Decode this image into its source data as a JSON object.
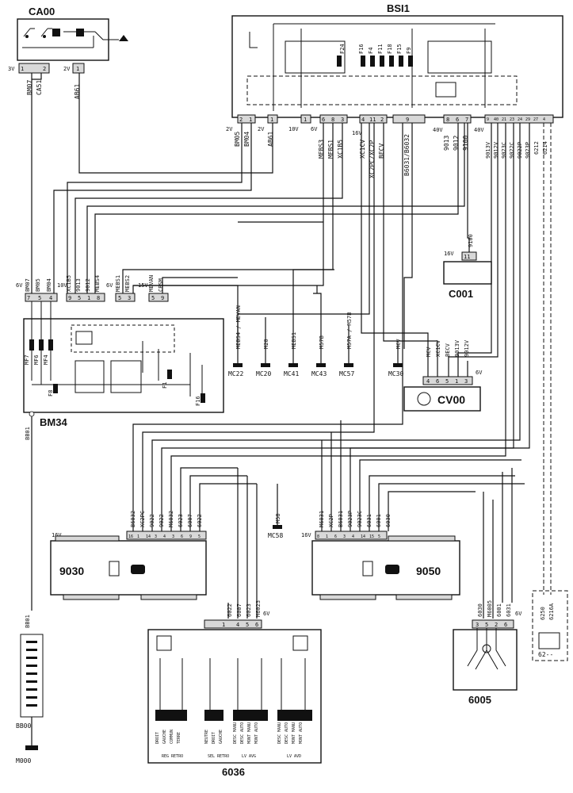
{
  "modules": {
    "ca00": "CA00",
    "bsi1": "BSI1",
    "bm34": "BM34",
    "c001": "C001",
    "cv00": "CV00",
    "m9030": "9030",
    "m9050": "9050",
    "m6036": "6036",
    "m6005": "6005",
    "m62": "62--"
  },
  "ca00_conn": {
    "color": "3V",
    "pins": [
      "1",
      "2"
    ],
    "wires": [
      "BM07",
      "CA51"
    ],
    "conn2_color": "2V",
    "conn2_pin": "1",
    "conn2_wire": "AB61"
  },
  "bsi1_fuses": [
    "F24",
    "F16",
    "F4",
    "F11",
    "F18",
    "F15",
    "F9"
  ],
  "bsi1_conns": [
    {
      "color": "2V",
      "pins": [
        "2",
        "1"
      ],
      "wires": [
        "BM05",
        "BM04"
      ]
    },
    {
      "color": "2V",
      "pins": [
        "1"
      ],
      "wires": [
        "AB61"
      ]
    },
    {
      "color": "10V",
      "pins": [
        "1"
      ],
      "wires": []
    },
    {
      "color": "6V",
      "pins": [
        "6",
        "8",
        "3"
      ],
      "wires": [
        "MEBS3",
        "MEBS1",
        "XC1B5"
      ]
    },
    {
      "color": "16V",
      "pins": [
        "4",
        "11",
        "2"
      ],
      "wires": [
        "XC1CV",
        "XC2PC/XC2P",
        "BECV"
      ]
    },
    {
      "color": "",
      "pins": [
        "9"
      ],
      "wires": [
        "B6031/B6032"
      ]
    },
    {
      "color": "40V",
      "pins": [
        "8",
        "6",
        "7"
      ],
      "wires": [
        "9013",
        "9012",
        "9100"
      ]
    },
    {
      "color": "40V",
      "pins": [
        "9",
        "40",
        "21",
        "23",
        "24",
        "29",
        "27",
        "4"
      ],
      "wires": [
        "9013V",
        "9012V",
        "9023C",
        "9022C",
        "9022P",
        "9023P",
        "6212",
        "6214"
      ]
    }
  ],
  "c001_conn": {
    "color": "16V",
    "pin": "11",
    "wire": "9100"
  },
  "bm34_conns": [
    {
      "color": "6V",
      "pins": [
        "7",
        "5",
        "4"
      ],
      "wires": [
        "BM07",
        "BM05",
        "BM04"
      ]
    },
    {
      "color": "10V",
      "pins": [
        "9",
        "5",
        "1",
        "8"
      ],
      "wires": [
        "XC1B5",
        "9013",
        "9012",
        "MEBS4"
      ]
    },
    {
      "color": "6V",
      "pins": [
        "5",
        "3"
      ],
      "wires": [
        "MEBS1",
        "MEBS2"
      ]
    },
    {
      "color": "15V",
      "pins": [
        "5",
        "9"
      ],
      "wires": [
        "MEVAN",
        "CBSM"
      ]
    }
  ],
  "bm34_fuses": [
    "MF7",
    "MF6",
    "MF4",
    "F8",
    "F1",
    "F16"
  ],
  "bm34_ground_wire": "BB01",
  "masses": [
    {
      "label": "MC22",
      "wire": "MEBS4 / MEVAN"
    },
    {
      "label": "MC20",
      "wire": "M20"
    },
    {
      "label": "MC41",
      "wire": "MEBS1"
    },
    {
      "label": "MC43",
      "wire": "M57B"
    },
    {
      "label": "MC57",
      "wire": "M57A / M57B"
    },
    {
      "label": "MC30",
      "wire": "MCV"
    },
    {
      "label": "MC58",
      "wire": "M58"
    }
  ],
  "cv00_conn": {
    "color": "6V",
    "pins": [
      "4",
      "6",
      "5",
      "1",
      "3"
    ],
    "wires": [
      "MCV",
      "XC1CV",
      "BECV",
      "9013V",
      "9012V"
    ]
  },
  "m9030_conn": {
    "color": "16V",
    "pins": [
      "16",
      "1",
      "14",
      "3",
      "4",
      "3",
      "6",
      "9",
      "5"
    ],
    "wires": [
      "B6032",
      "XC2PC",
      "9022",
      "9022",
      "M6032",
      "6023",
      "6007",
      "6022"
    ]
  },
  "m9050_conn": {
    "color": "16V",
    "pins": [
      "8",
      "1",
      "6",
      "3",
      "4",
      "14",
      "15",
      "5"
    ],
    "wires": [
      "M6031",
      "XC2P",
      "B6031",
      "9023P",
      "9023C",
      "6031",
      "6001",
      "6030"
    ]
  },
  "m6036_conn": {
    "color": "6V",
    "pins": [
      "1",
      "4",
      "5",
      "6"
    ],
    "wires": [
      "6022",
      "6007",
      "6023",
      "M6023"
    ]
  },
  "m6036_labels": [
    "DROIT",
    "GAUCHE",
    "COMMUN",
    "TERRE",
    "NEUTRE",
    "DROIT",
    "GAUCHE",
    "DESC MANU",
    "DESC AUTO",
    "MONT MANU",
    "MONT AUTO",
    "DESC MANU",
    "DESC AUTO",
    "MONT MANU",
    "MONT AUTO"
  ],
  "m6036_groups": [
    "REG RETRO",
    "SEL RETRO",
    "LV AVG",
    "LV AVD"
  ],
  "m6005_conn": {
    "color": "6V",
    "pins": [
      "3",
      "5",
      "2",
      "6"
    ],
    "wires": [
      "6030",
      "M6005",
      "6001",
      "6031"
    ]
  },
  "m62_wires": [
    "6250",
    "6216A"
  ],
  "battery": {
    "wire_top": "BB01",
    "wire_bottom": "BB00",
    "ground": "M000"
  }
}
